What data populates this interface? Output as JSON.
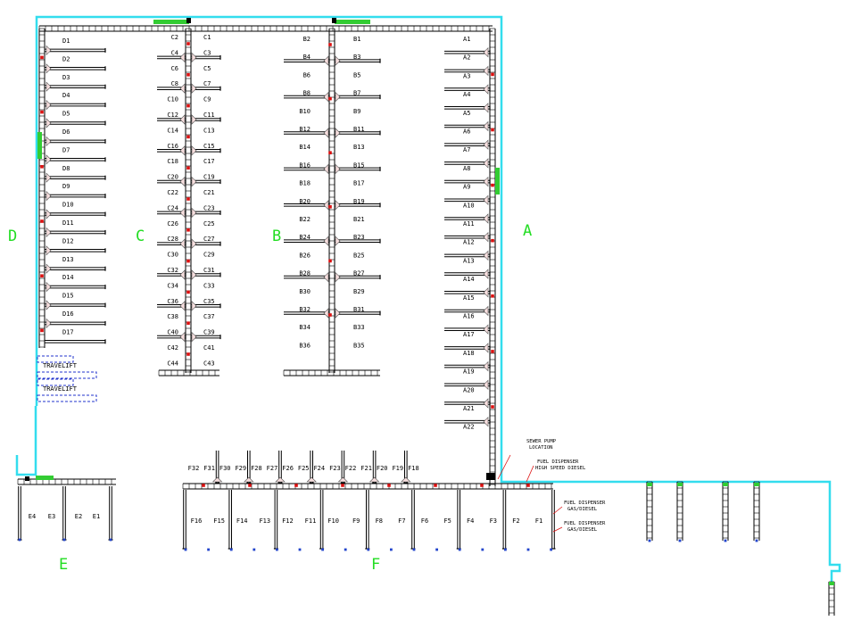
{
  "dock_letters": {
    "a": "A",
    "b": "B",
    "c": "C",
    "d": "D",
    "e": "E",
    "f": "F"
  },
  "dock_a": {
    "slips": [
      "A1",
      "A2",
      "A3",
      "A4",
      "A5",
      "A6",
      "A7",
      "A8",
      "A9",
      "A10",
      "A11",
      "A12",
      "A13",
      "A14",
      "A15",
      "A16",
      "A17",
      "A18",
      "A19",
      "A20",
      "A21",
      "A22"
    ]
  },
  "dock_b": {
    "left": [
      "B2",
      "B4",
      "B6",
      "B8",
      "B10",
      "B12",
      "B14",
      "B16",
      "B18",
      "B20",
      "B22",
      "B24",
      "B26",
      "B28",
      "B30",
      "B32",
      "B34",
      "B36"
    ],
    "right": [
      "B1",
      "B3",
      "B5",
      "B7",
      "B9",
      "B11",
      "B13",
      "B15",
      "B17",
      "B19",
      "B21",
      "B23",
      "B25",
      "B27",
      "B29",
      "B31",
      "B33",
      "B35"
    ]
  },
  "dock_c": {
    "left": [
      "C2",
      "C4",
      "C6",
      "C8",
      "C10",
      "C12",
      "C14",
      "C16",
      "C18",
      "C20",
      "C22",
      "C24",
      "C26",
      "C28",
      "C30",
      "C32",
      "C34",
      "C36",
      "C38",
      "C40",
      "C42",
      "C44"
    ],
    "right": [
      "C1",
      "C3",
      "C5",
      "C7",
      "C9",
      "C11",
      "C13",
      "C15",
      "C17",
      "C19",
      "C21",
      "C23",
      "C25",
      "C27",
      "C29",
      "C31",
      "C33",
      "C35",
      "C37",
      "C39",
      "C41",
      "C43"
    ]
  },
  "dock_d": {
    "slips": [
      "D1",
      "D2",
      "D3",
      "D4",
      "D5",
      "D6",
      "D7",
      "D8",
      "D9",
      "D10",
      "D11",
      "D12",
      "D13",
      "D14",
      "D15",
      "D16",
      "D17"
    ]
  },
  "dock_e": {
    "slips": [
      "E4",
      "E3",
      "E2",
      "E1"
    ]
  },
  "dock_f": {
    "top": [
      "F32",
      "F31",
      "F30",
      "F29",
      "F28",
      "F27",
      "F26",
      "F25",
      "F24",
      "F23",
      "F22",
      "F21",
      "F20",
      "F19",
      "F18"
    ],
    "bottom": [
      "F16",
      "F15",
      "F14",
      "F13",
      "F12",
      "F11",
      "F10",
      "F9",
      "F8",
      "F7",
      "F6",
      "F5",
      "F4",
      "F3",
      "F2",
      "F1"
    ]
  },
  "labels": {
    "travelift_1": "TRAVELIFT",
    "travelift_2": "TRAVELIFT",
    "sewer_pump": [
      "SEWER PUMP",
      "LOCATION"
    ],
    "fuel_hsd": [
      "FUEL DISPENSER",
      "HIGH SPEED DIESEL"
    ],
    "fuel_gas_1": [
      "FUEL DISPENSER",
      "GAS/DIESEL"
    ],
    "fuel_gas_2": [
      "FUEL DISPENSER",
      "GAS/DIESEL"
    ]
  },
  "colors": {
    "outline": "#33ddee",
    "dock_letter": "#22dd22",
    "marker": "#dd1111",
    "pile": "#2244cc",
    "lift": "#2233cc",
    "float": "#33cc33"
  }
}
